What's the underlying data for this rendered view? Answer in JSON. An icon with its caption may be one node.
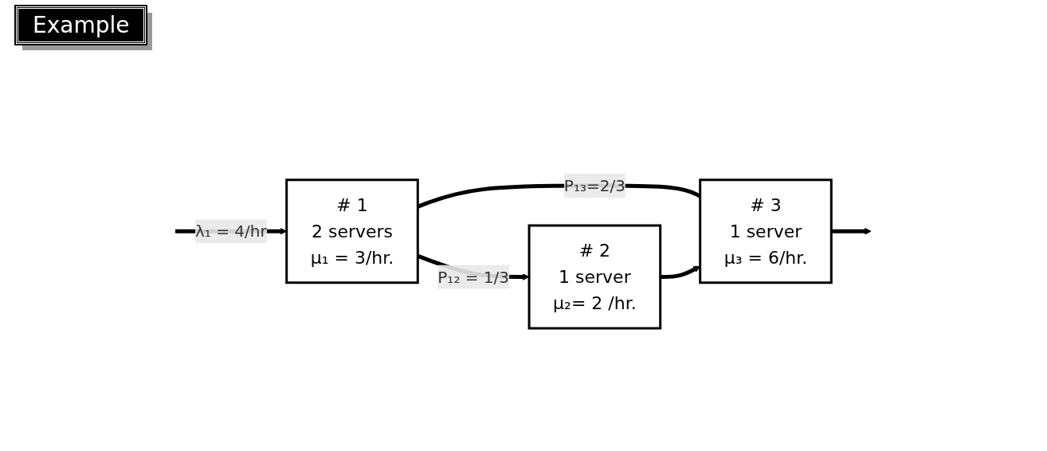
{
  "diagram": {
    "title": "Example",
    "nodes": [
      {
        "text": [
          "# 1",
          "2 servers",
          "μ₁ = 3/hr."
        ]
      },
      {
        "text": [
          "# 2",
          "1 server",
          "μ₂= 2 /hr."
        ]
      },
      {
        "text": [
          "# 3",
          "1 server",
          "μ₃ = 6/hr."
        ]
      }
    ],
    "edges": [
      {
        "from": null,
        "to": 0,
        "arrow": "to",
        "label": "λ₁ = 4/hr"
      },
      {
        "from": 0,
        "to": 1,
        "arrow": "to",
        "label": "P₁₂ = 1/3"
      },
      {
        "from": 0,
        "to": 2,
        "arrow": "none",
        "label": "P₁₃=2/3"
      },
      {
        "from": 1,
        "to": 2,
        "arrow": "to"
      },
      {
        "from": 2,
        "to": null,
        "arrow": "to"
      }
    ]
  }
}
